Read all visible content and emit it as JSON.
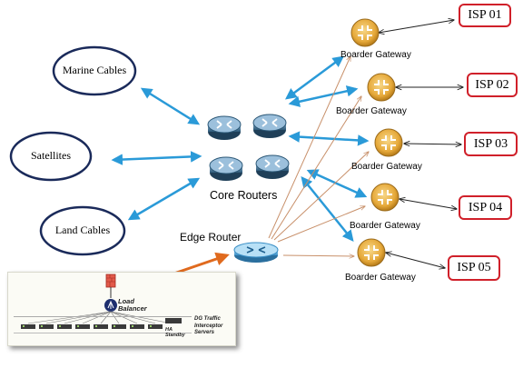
{
  "sources": [
    {
      "id": "marine",
      "label": "Marine Cables"
    },
    {
      "id": "satellites",
      "label": "Satellites"
    },
    {
      "id": "land",
      "label": "Land Cables"
    }
  ],
  "core": {
    "label": "Core Routers"
  },
  "edge": {
    "label": "Edge Router"
  },
  "gateways": [
    {
      "label": "Boarder Gateway"
    },
    {
      "label": "Boarder Gateway"
    },
    {
      "label": "Boarder Gateway"
    },
    {
      "label": "Boarder Gateway"
    },
    {
      "label": "Boarder Gateway"
    }
  ],
  "isps": [
    {
      "label": "ISP 01"
    },
    {
      "label": "ISP 02"
    },
    {
      "label": "ISP 03"
    },
    {
      "label": "ISP 04"
    },
    {
      "label": "ISP 05"
    }
  ],
  "datacenter": {
    "load_balancer": "Load Balancer",
    "standby": "HA Standby",
    "interceptor": "DG Traffic Interceptor Servers"
  },
  "colors": {
    "blue_link": "#2a9ad8",
    "orange_link": "#e06a1e",
    "brown_link": "#c8906a",
    "isp_border": "#d0202a",
    "ellipse_border": "#1a2a5a",
    "gateway_icon": "#e6a93a"
  }
}
